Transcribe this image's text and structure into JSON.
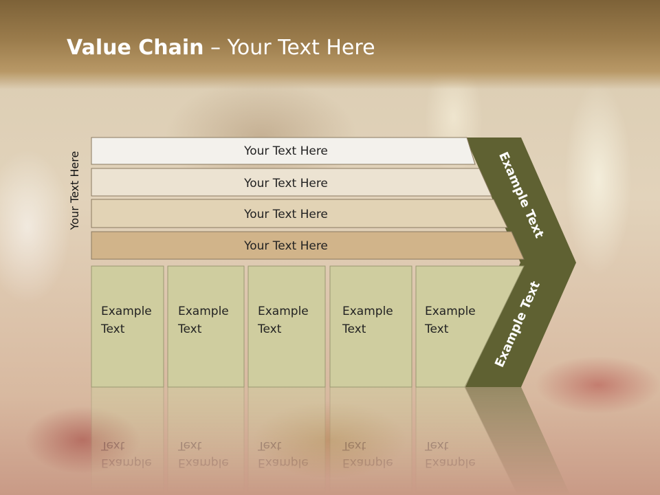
{
  "title": {
    "bold": "Value Chain",
    "rest": " – Your Text Here"
  },
  "side_label": "Your Text Here",
  "bars": [
    {
      "label": "Your Text Here",
      "fill": "#f3f1ec"
    },
    {
      "label": "Your Text Here",
      "fill": "#ece3d2"
    },
    {
      "label": "Your Text Here",
      "fill": "#e2d3b5"
    },
    {
      "label": "Your Text Here",
      "fill": "#d1b48a"
    }
  ],
  "boxes": [
    {
      "line1": "Example",
      "line2": "Text"
    },
    {
      "line1": "Example",
      "line2": "Text"
    },
    {
      "line1": "Example",
      "line2": "Text"
    },
    {
      "line1": "Example",
      "line2": "Text"
    },
    {
      "line1": "Example",
      "line2": "Text"
    }
  ],
  "chevron_top": "Example Text",
  "chevron_bottom": "Example Text",
  "colors": {
    "box": "#cfcd9f",
    "chevron": "#5f6132"
  }
}
